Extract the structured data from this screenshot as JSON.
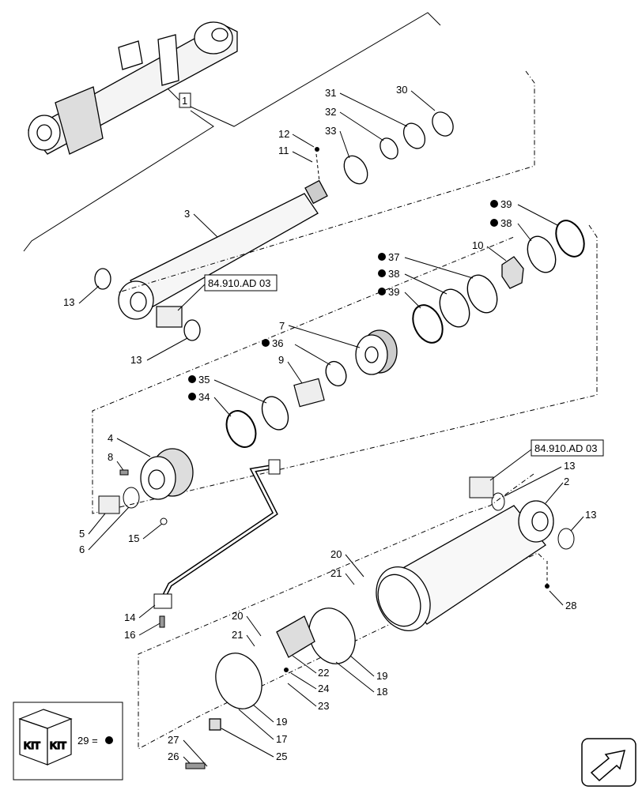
{
  "parts": {
    "p1": "1",
    "p2": "2",
    "p3": "3",
    "p4": "4",
    "p5": "5",
    "p6": "6",
    "p7": "7",
    "p8": "8",
    "p9": "9",
    "p10": "10",
    "p11": "11",
    "p12": "12",
    "p13a": "13",
    "p13b": "13",
    "p13c": "13",
    "p13d": "13",
    "p14": "14",
    "p15": "15",
    "p16": "16",
    "p17": "17",
    "p18": "18",
    "p19a": "19",
    "p19b": "19",
    "p20a": "20",
    "p20b": "20",
    "p21a": "21",
    "p21b": "21",
    "p22": "22",
    "p23": "23",
    "p24": "24",
    "p25": "25",
    "p26": "26",
    "p27": "27",
    "p28": "28",
    "p30": "30",
    "p31": "31",
    "p32": "32",
    "p33": "33",
    "p34": "34",
    "p35": "35",
    "p36": "36",
    "p37": "37",
    "p38a": "38",
    "p38b": "38",
    "p39a": "39",
    "p39b": "39"
  },
  "refs": {
    "ref_a": "84.910.AD 03",
    "ref_b": "84.910.AD 03"
  },
  "kit": {
    "label": "KIT",
    "legend": "29 ="
  },
  "colors": {
    "line": "#000000",
    "fill": "#ffffff",
    "shade": "#e6e6e6"
  },
  "icons": [
    "kit-box-icon",
    "kit-dot-icon",
    "navigation-arrow-icon"
  ]
}
